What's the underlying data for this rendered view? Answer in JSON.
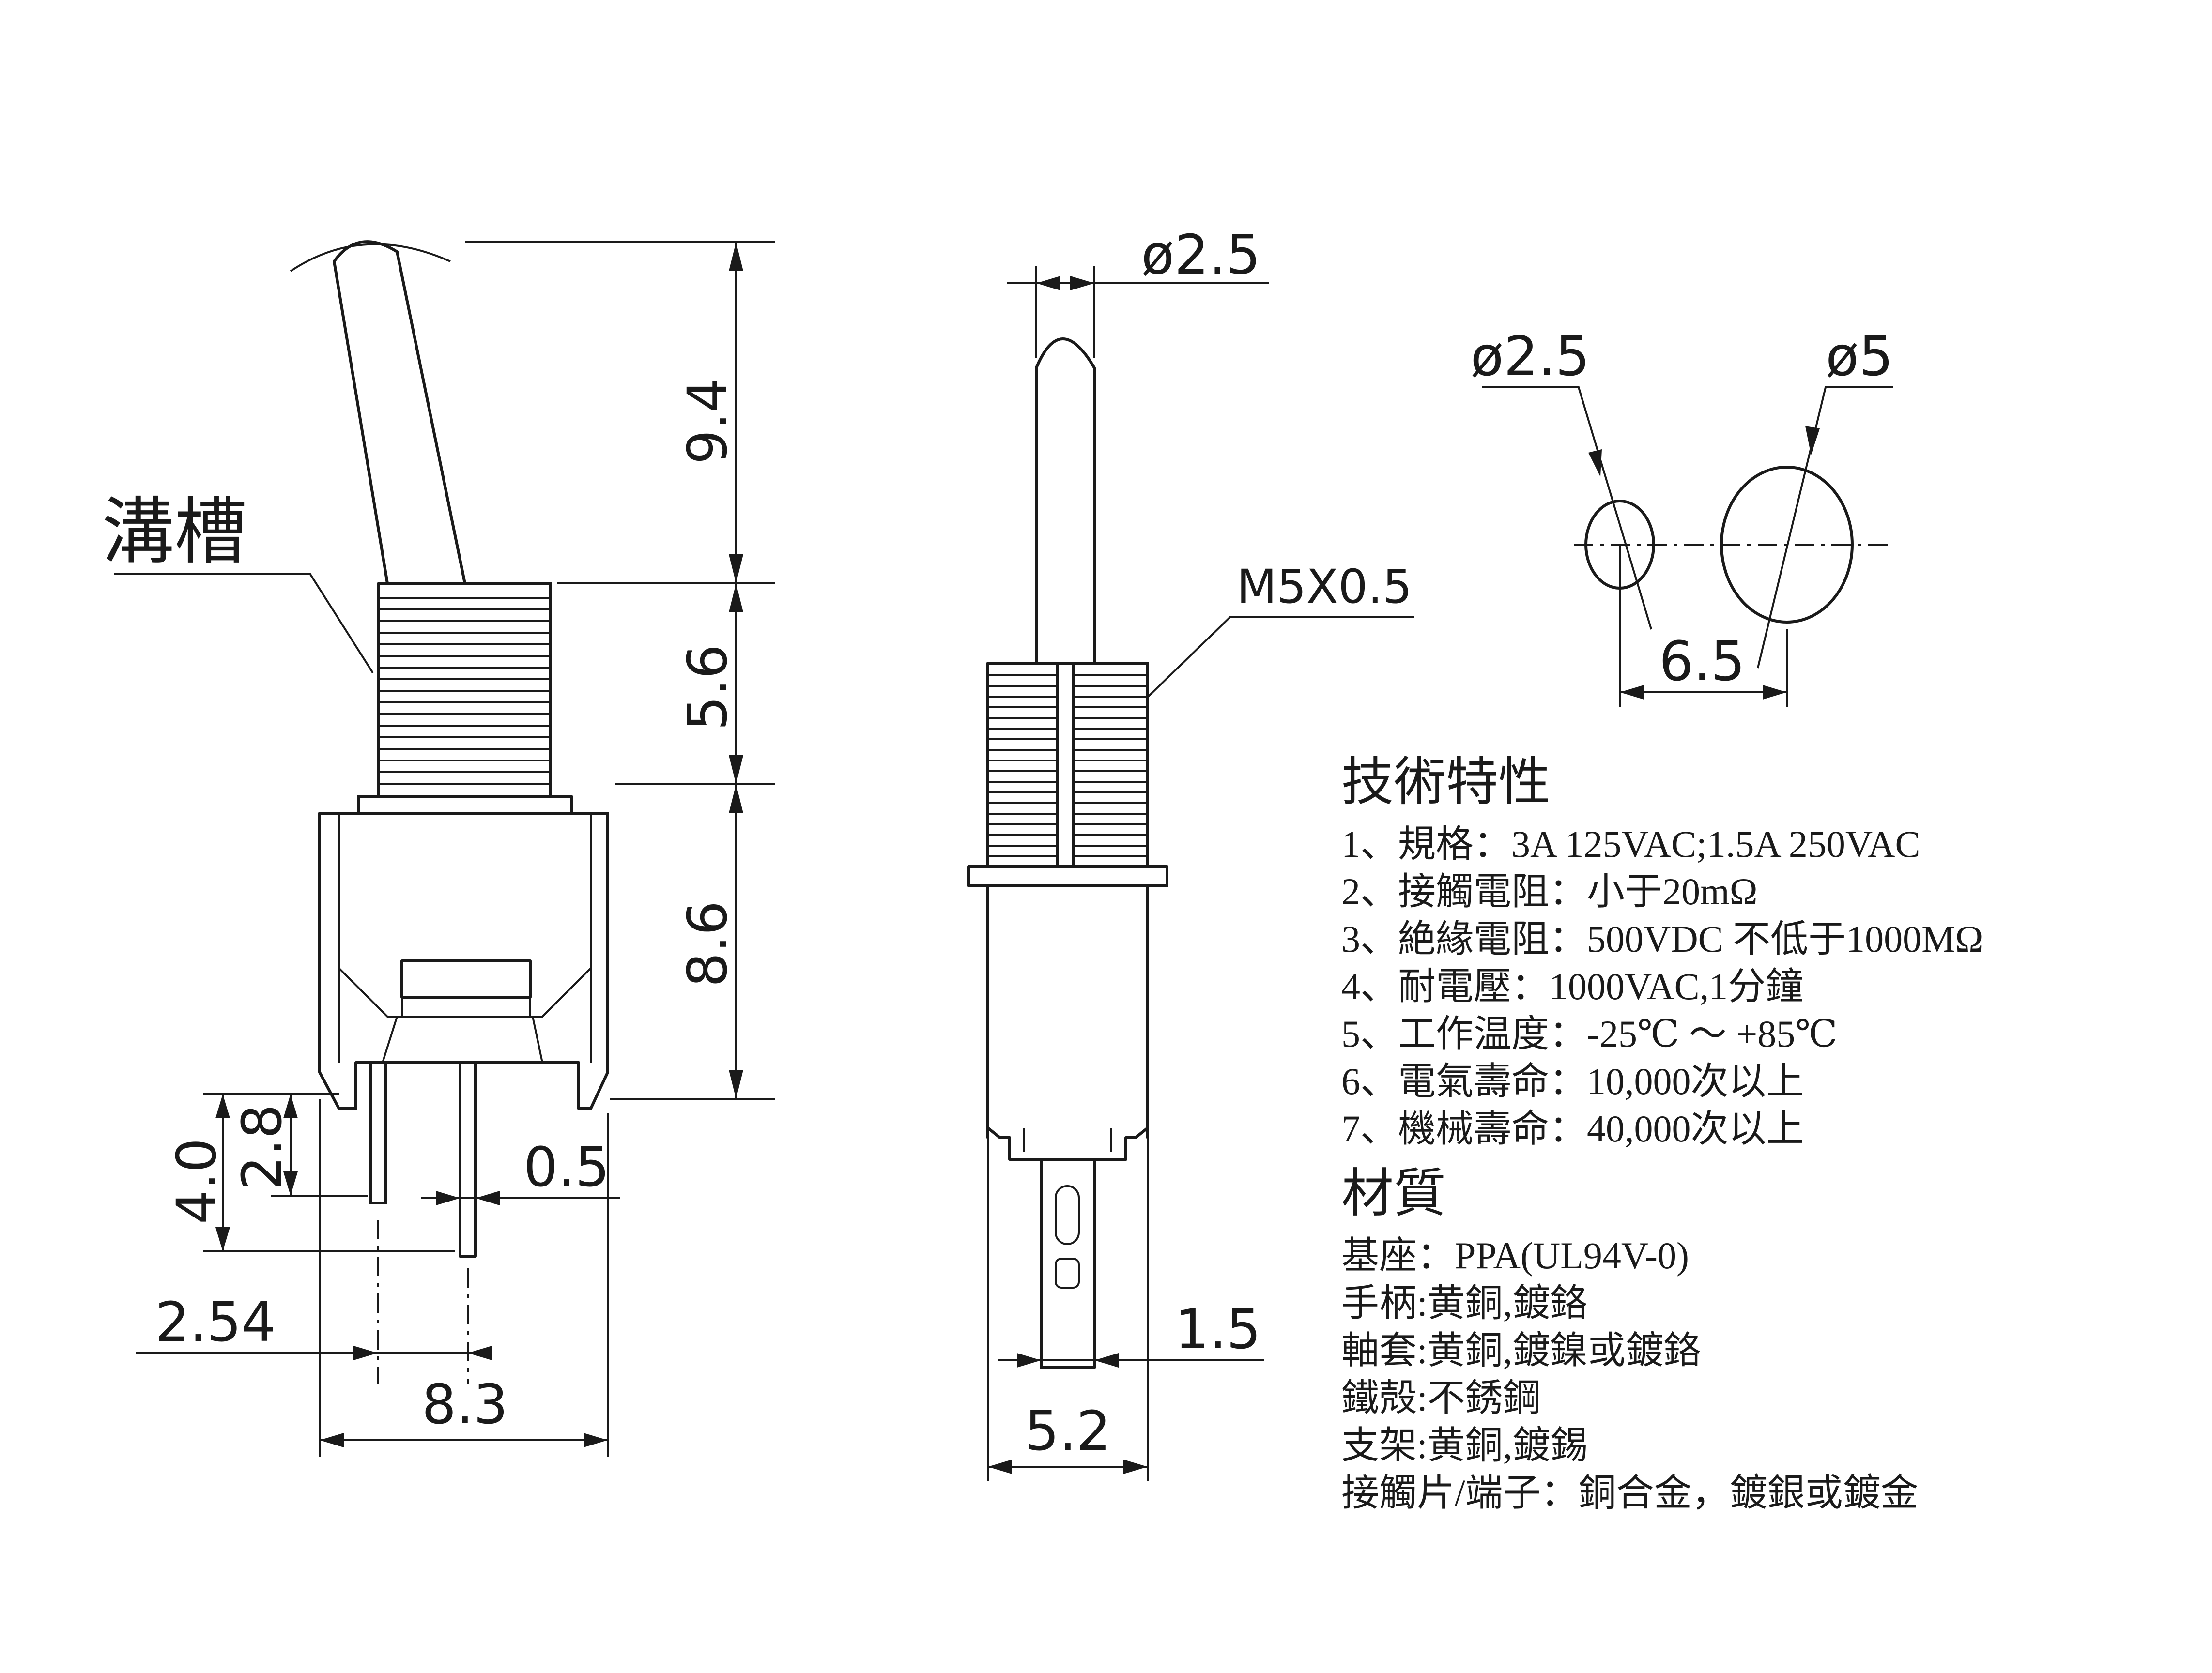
{
  "labels": {
    "groove": "溝槽",
    "front_dims": {
      "handle_height": "9.4",
      "bushing_height": "5.6",
      "body_height": "8.6",
      "terminal_height_total": "4.0",
      "terminal_height": "2.8",
      "terminal_thickness": "0.5",
      "terminal_pitch": "2.54",
      "body_width": "8.3"
    },
    "side_dims": {
      "handle_diameter": "ø2.5",
      "thread": "M5X0.5",
      "terminal_width": "1.5",
      "body_depth": "5.2"
    },
    "panel_cutout": {
      "small_hole": "ø2.5",
      "large_hole": "ø5",
      "hole_spacing": "6.5"
    }
  },
  "specs": {
    "title": "技術特性",
    "items": [
      "1、規格：3A 125VAC;1.5A 250VAC",
      "2、接觸電阻：小于20mΩ",
      "3、絶緣電阻：500VDC 不低于1000MΩ",
      "4、耐電壓：1000VAC,1分鐘",
      "5、工作温度：-25℃ ～ +85℃",
      "6、電氣壽命：10,000次以上",
      "7、機械壽命：40,000次以上"
    ]
  },
  "materials": {
    "title": "材質",
    "items": [
      "基座：PPA(UL94V-0)",
      "手柄:黄銅,鍍鉻",
      "軸套:黄銅,鍍鎳或鍍鉻",
      "鐵殻:不銹鋼",
      "支架:黄銅,鍍錫",
      "接觸片/端子：銅合金，鍍銀或鍍金"
    ]
  }
}
